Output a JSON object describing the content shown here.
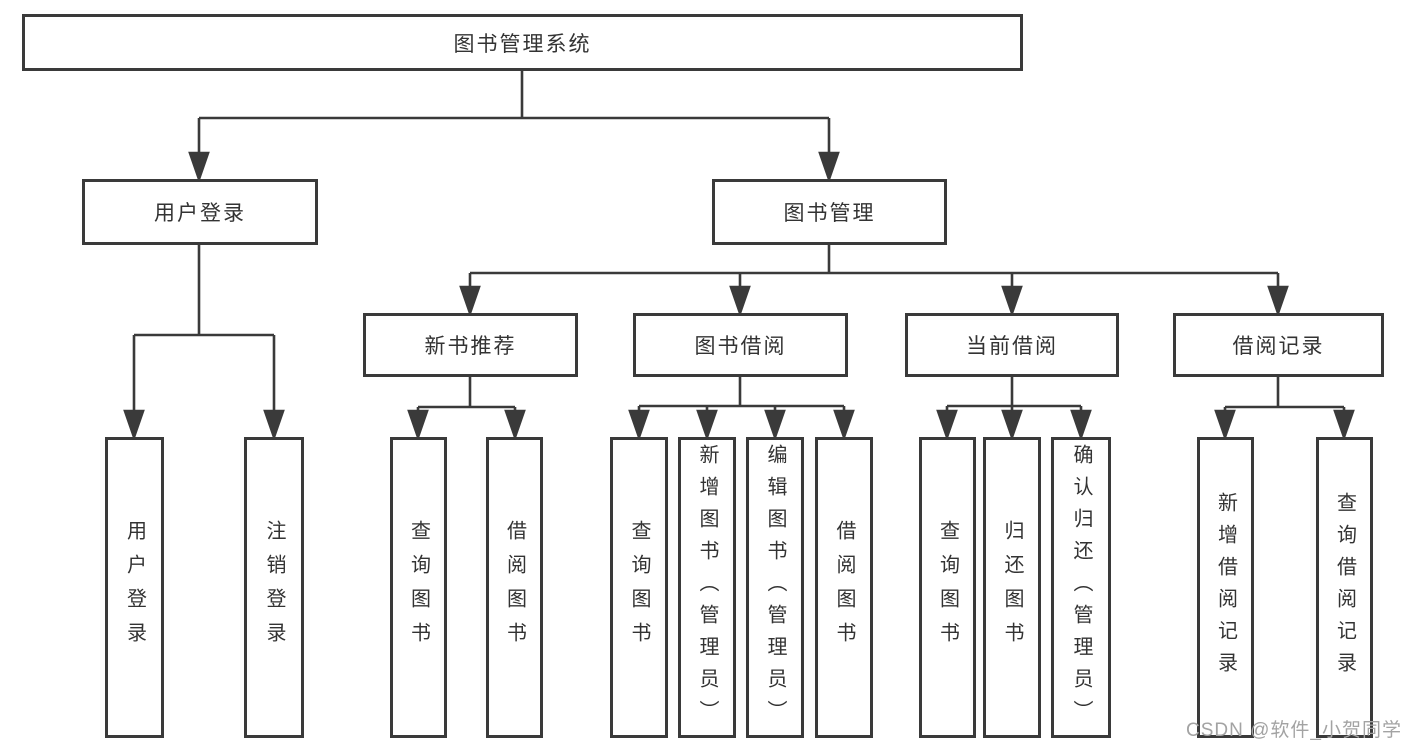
{
  "diagram": {
    "type": "hierarchy-tree",
    "root": {
      "label": "图书管理系统",
      "children": [
        {
          "label": "用户登录",
          "children": [
            {
              "label": "用户登录"
            },
            {
              "label": "注销登录"
            }
          ]
        },
        {
          "label": "图书管理",
          "children": [
            {
              "label": "新书推荐",
              "children": [
                {
                  "label": "查询图书"
                },
                {
                  "label": "借阅图书"
                }
              ]
            },
            {
              "label": "图书借阅",
              "children": [
                {
                  "label": "查询图书"
                },
                {
                  "label": "新增图书（管理员）"
                },
                {
                  "label": "编辑图书（管理员）"
                },
                {
                  "label": "借阅图书"
                }
              ]
            },
            {
              "label": "当前借阅",
              "children": [
                {
                  "label": "查询图书"
                },
                {
                  "label": "归还图书"
                },
                {
                  "label": "确认归还（管理员）"
                }
              ]
            },
            {
              "label": "借阅记录",
              "children": [
                {
                  "label": "新增借阅记录"
                },
                {
                  "label": "查询借阅记录"
                }
              ]
            }
          ]
        }
      ]
    }
  },
  "watermark": {
    "text": "CSDN @软件_小贺同学"
  },
  "colors": {
    "line": "#3a3a3a",
    "text": "#333333",
    "background": "#ffffff",
    "watermark": "#a3a3a3"
  }
}
